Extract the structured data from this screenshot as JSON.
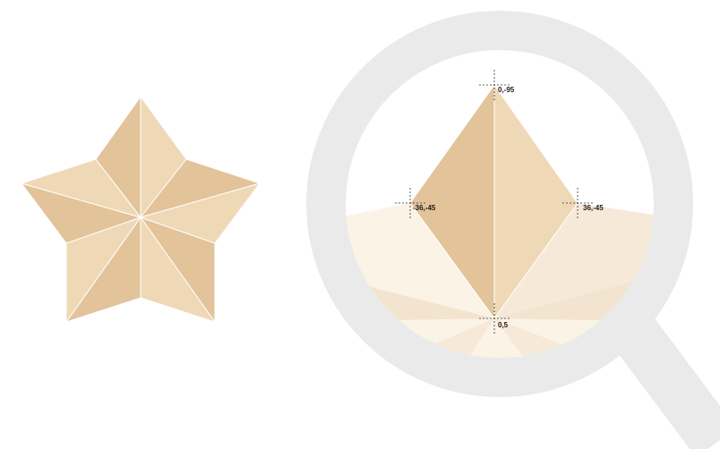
{
  "colors": {
    "star_dark": "#E2C39A",
    "star_light": "#EFD8B5",
    "faded_light": "#FBF3E6",
    "faded_mid": "#F6E9D8",
    "faded_dark": "#F3E4D0",
    "magnifier": "#EAEAEA",
    "edge": "#FFFFFF"
  },
  "magnifier_icon": "magnifying-glass-icon",
  "points": {
    "top": "0,-95",
    "left": "-36,-45",
    "right": "36,-45",
    "bottom": "0,5"
  }
}
